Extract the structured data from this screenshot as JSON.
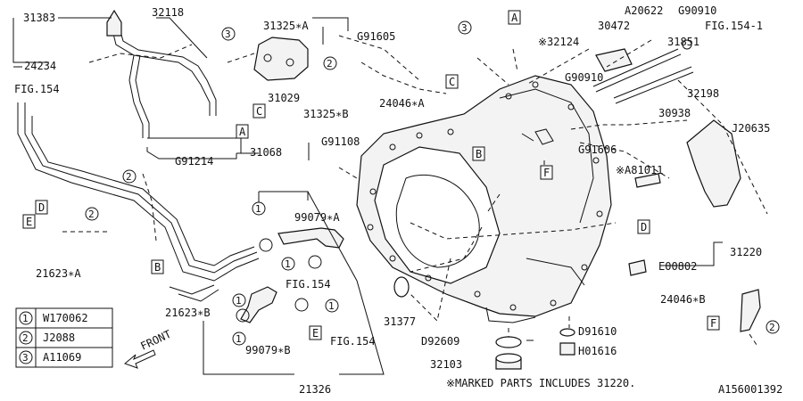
{
  "labels": {
    "p31383": "31383",
    "p32118": "32118",
    "p24234": "24234",
    "fig154_left": "FIG.154",
    "p31325a": "31325∗A",
    "pG91605": "G91605",
    "p31029": "31029",
    "p24046a": "24046∗A",
    "p31325b": "31325∗B",
    "pG91108": "G91108",
    "p31068": "31068",
    "pG91214": "G91214",
    "p32124": "※32124",
    "p30472": "30472",
    "pA20622": "A20622",
    "pG90910_top": "G90910",
    "fig154_1": "FIG.154-1",
    "p31851": "31851",
    "pG90910_mid": "G90910",
    "p30938": "30938",
    "p32198": "32198",
    "pJ20635": "J20635",
    "pG91606": "G91606",
    "pA81011": "※A81011",
    "p99079a": "99079∗A",
    "fig154_mid": "FIG.154",
    "fig154_low": "FIG.154",
    "p21623a": "21623∗A",
    "p21623b": "21623∗B",
    "p99079b": "99079∗B",
    "p21326": "21326",
    "p31377": "31377",
    "p31220": "31220",
    "pE00802": "E00802",
    "p24046b": "24046∗B",
    "pD91610": "D91610",
    "pH01616": "H01616",
    "pD92609": "D92609",
    "p32103": "32103",
    "note": "※MARKED PARTS INCLUDES 31220.",
    "diagram_id": "A156001392",
    "front": "FRONT"
  },
  "letter_tags": {
    "A_top": "A",
    "B_center": "B",
    "C_left": "C",
    "C_center": "C",
    "A_mid": "A",
    "B_left": "B",
    "D_left": "D",
    "E_left": "E",
    "D_right": "D",
    "F_center": "F",
    "E_bottom": "E",
    "F_right": "F"
  },
  "circled_refs": {
    "c1_a": "1",
    "c1_b": "1",
    "c1_c": "1",
    "c1_d": "1",
    "c1_e": "1",
    "c2_a": "2",
    "c2_b": "2",
    "c2_c": "2",
    "c2_d": "2",
    "c3_a": "3",
    "c3_b": "3"
  },
  "legend": [
    {
      "num": "1",
      "part": "W170062"
    },
    {
      "num": "2",
      "part": "J2088"
    },
    {
      "num": "3",
      "part": "A11069"
    }
  ]
}
